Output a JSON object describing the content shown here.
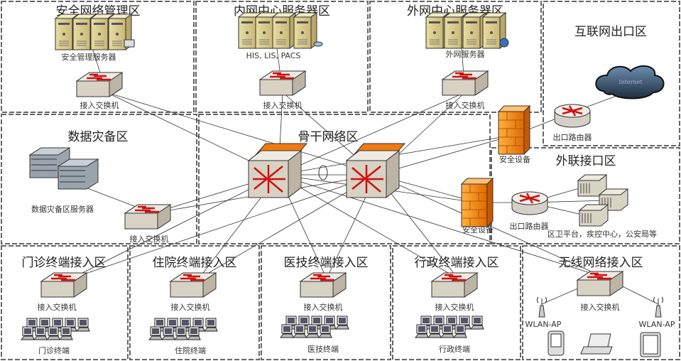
{
  "zones": {
    "security_mgmt": "安全网络管理区",
    "intranet_servers": "内网中心服务器区",
    "extranet_servers": "外网中心服务器区",
    "internet_exit": "互联网出口区",
    "disaster_backup": "数据灾备区",
    "backbone": "骨干网络区",
    "external_interface": "外联接口区",
    "outpatient": "门诊终端接入区",
    "inpatient": "住院终端接入区",
    "medtech": "医技终端接入区",
    "admin": "行政终端接入区",
    "wireless": "无线网络接入区"
  },
  "labels": {
    "security_servers": "安全管理服务器",
    "intranet_servers": "HIS, LIS, PACS",
    "extranet_servers": "外网服务器",
    "access_switch": "接入交换机",
    "exit_router": "出口路由器",
    "security_device": "安全设备",
    "backup_servers": "数据灾备区服务器",
    "external_partners": "区卫平台，疾控中心，公安局等",
    "outpatient_terminals": "门诊终端",
    "inpatient_terminals": "住院终端",
    "medtech_terminals": "医技终端",
    "admin_terminals": "行政终端",
    "wlan_ap": "WLAN-AP",
    "cloud": "Internet"
  },
  "colors": {
    "zone_border": "#666666",
    "firewall": "#f08a1c",
    "core_top": "#f07a10",
    "arrow": "#d01010",
    "cloud": "#34495e"
  },
  "links": [
    [
      "sw_sec",
      "core1"
    ],
    [
      "sw_sec",
      "core2"
    ],
    [
      "sw_in",
      "core1"
    ],
    [
      "sw_in",
      "core2"
    ],
    [
      "sw_ex",
      "core1"
    ],
    [
      "sw_ex",
      "core2"
    ],
    [
      "sw_bak",
      "core1"
    ],
    [
      "sw_bak",
      "core2"
    ],
    [
      "sw_op",
      "core1"
    ],
    [
      "sw_op",
      "core2"
    ],
    [
      "sw_ip",
      "core1"
    ],
    [
      "sw_ip",
      "core2"
    ],
    [
      "sw_mt",
      "core1"
    ],
    [
      "sw_mt",
      "core2"
    ],
    [
      "sw_ad",
      "core1"
    ],
    [
      "sw_ad",
      "core2"
    ],
    [
      "sw_wl",
      "core1"
    ],
    [
      "sw_wl",
      "core2"
    ],
    [
      "core1",
      "fw1"
    ],
    [
      "core2",
      "fw1"
    ],
    [
      "core1",
      "fw2"
    ],
    [
      "core2",
      "fw2"
    ],
    [
      "fw1",
      "rt1"
    ],
    [
      "rt1",
      "cloud"
    ],
    [
      "fw2",
      "rt2"
    ],
    [
      "rt2",
      "ext1"
    ],
    [
      "rt2",
      "ext2"
    ],
    [
      "rt2",
      "ext3"
    ],
    [
      "sw_sec",
      "srv_sec"
    ],
    [
      "sw_in",
      "srv_in"
    ],
    [
      "sw_ex",
      "srv_ex"
    ],
    [
      "sw_bak",
      "srv_bak"
    ],
    [
      "sw_wl",
      "ap1"
    ],
    [
      "sw_wl",
      "ap2"
    ],
    [
      "core1",
      "core2"
    ]
  ]
}
